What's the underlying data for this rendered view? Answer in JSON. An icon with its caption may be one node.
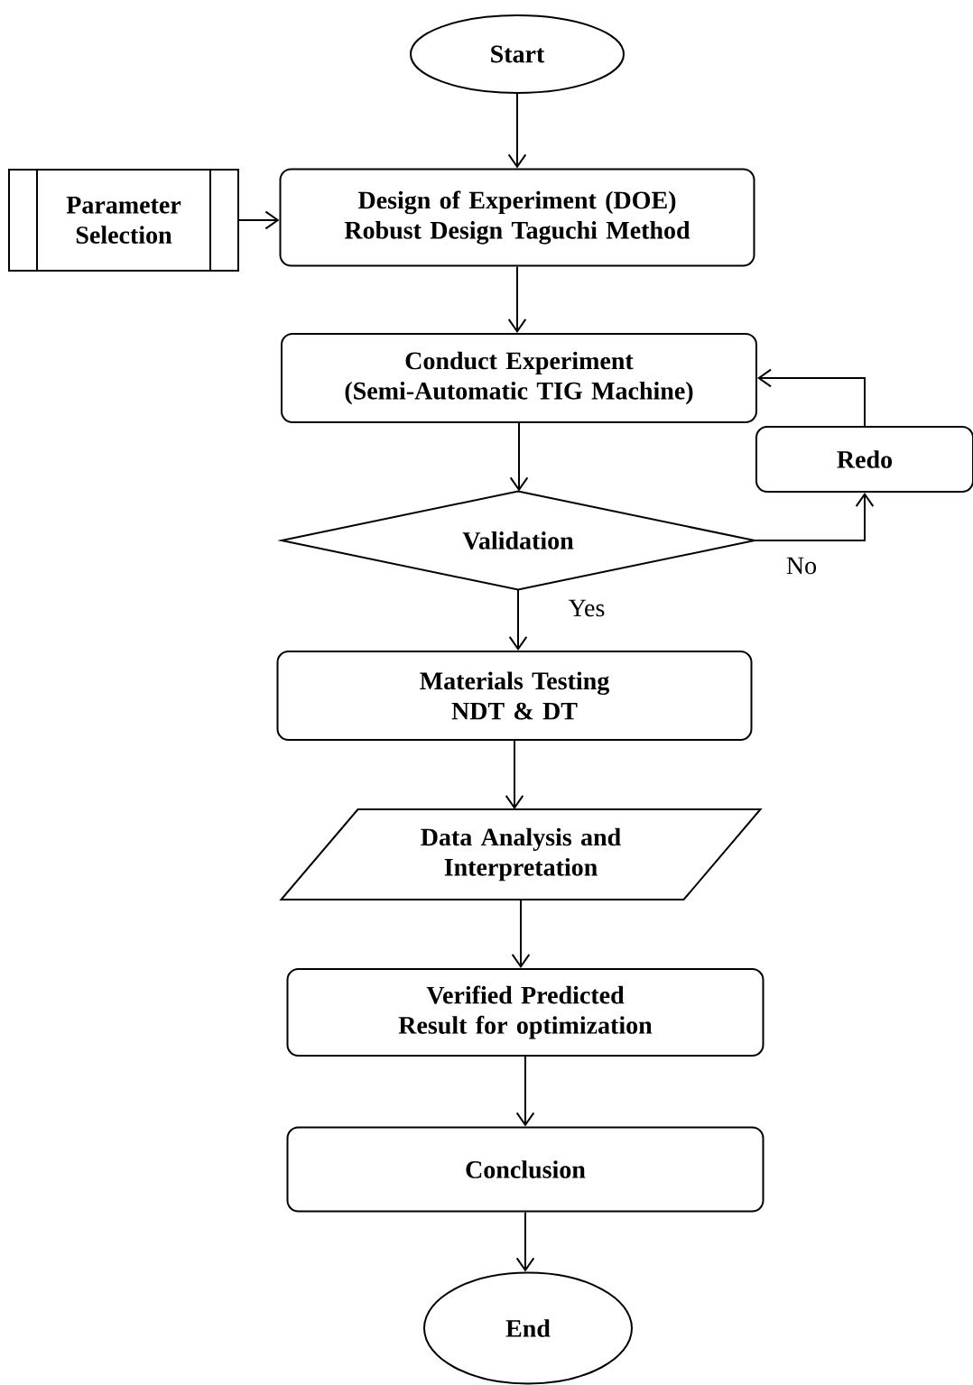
{
  "diagram": {
    "nodes": [
      {
        "text": [
          "Start"
        ]
      },
      {
        "text": [
          "Parameter Selection"
        ]
      },
      {
        "text": [
          "Design of Experiment (DOE)",
          "Robust Design Taguchi Method"
        ]
      },
      {
        "text": [
          "Conduct Experiment",
          "(Semi-Automatic TIG Machine)"
        ]
      },
      {
        "text": [
          "Redo"
        ]
      },
      {
        "text": [
          "Validation"
        ]
      },
      {
        "text": [
          "Materials Testing",
          "NDT & DT"
        ]
      },
      {
        "text": [
          "Data Analysis and Interpretation"
        ]
      },
      {
        "text": [
          "Verified Predicted Result for optimization"
        ]
      },
      {
        "text": [
          "Conclusion"
        ]
      },
      {
        "text": [
          "End"
        ]
      }
    ],
    "edges": [
      {
        "from": 0,
        "to": 2,
        "arrow": "to"
      },
      {
        "from": 1,
        "to": 2,
        "arrow": "to"
      },
      {
        "from": 2,
        "to": 3,
        "arrow": "to"
      },
      {
        "from": 3,
        "to": 5,
        "arrow": "to"
      },
      {
        "from": 5,
        "to": 4,
        "arrow": "to",
        "label": "No"
      },
      {
        "from": 4,
        "to": 3,
        "arrow": "to"
      },
      {
        "from": 5,
        "to": 6,
        "arrow": "to",
        "label": "Yes"
      },
      {
        "from": 6,
        "to": 7,
        "arrow": "to"
      },
      {
        "from": 7,
        "to": 8,
        "arrow": "to"
      },
      {
        "from": 8,
        "to": 9,
        "arrow": "to"
      },
      {
        "from": 9,
        "to": 10,
        "arrow": "to"
      }
    ]
  }
}
